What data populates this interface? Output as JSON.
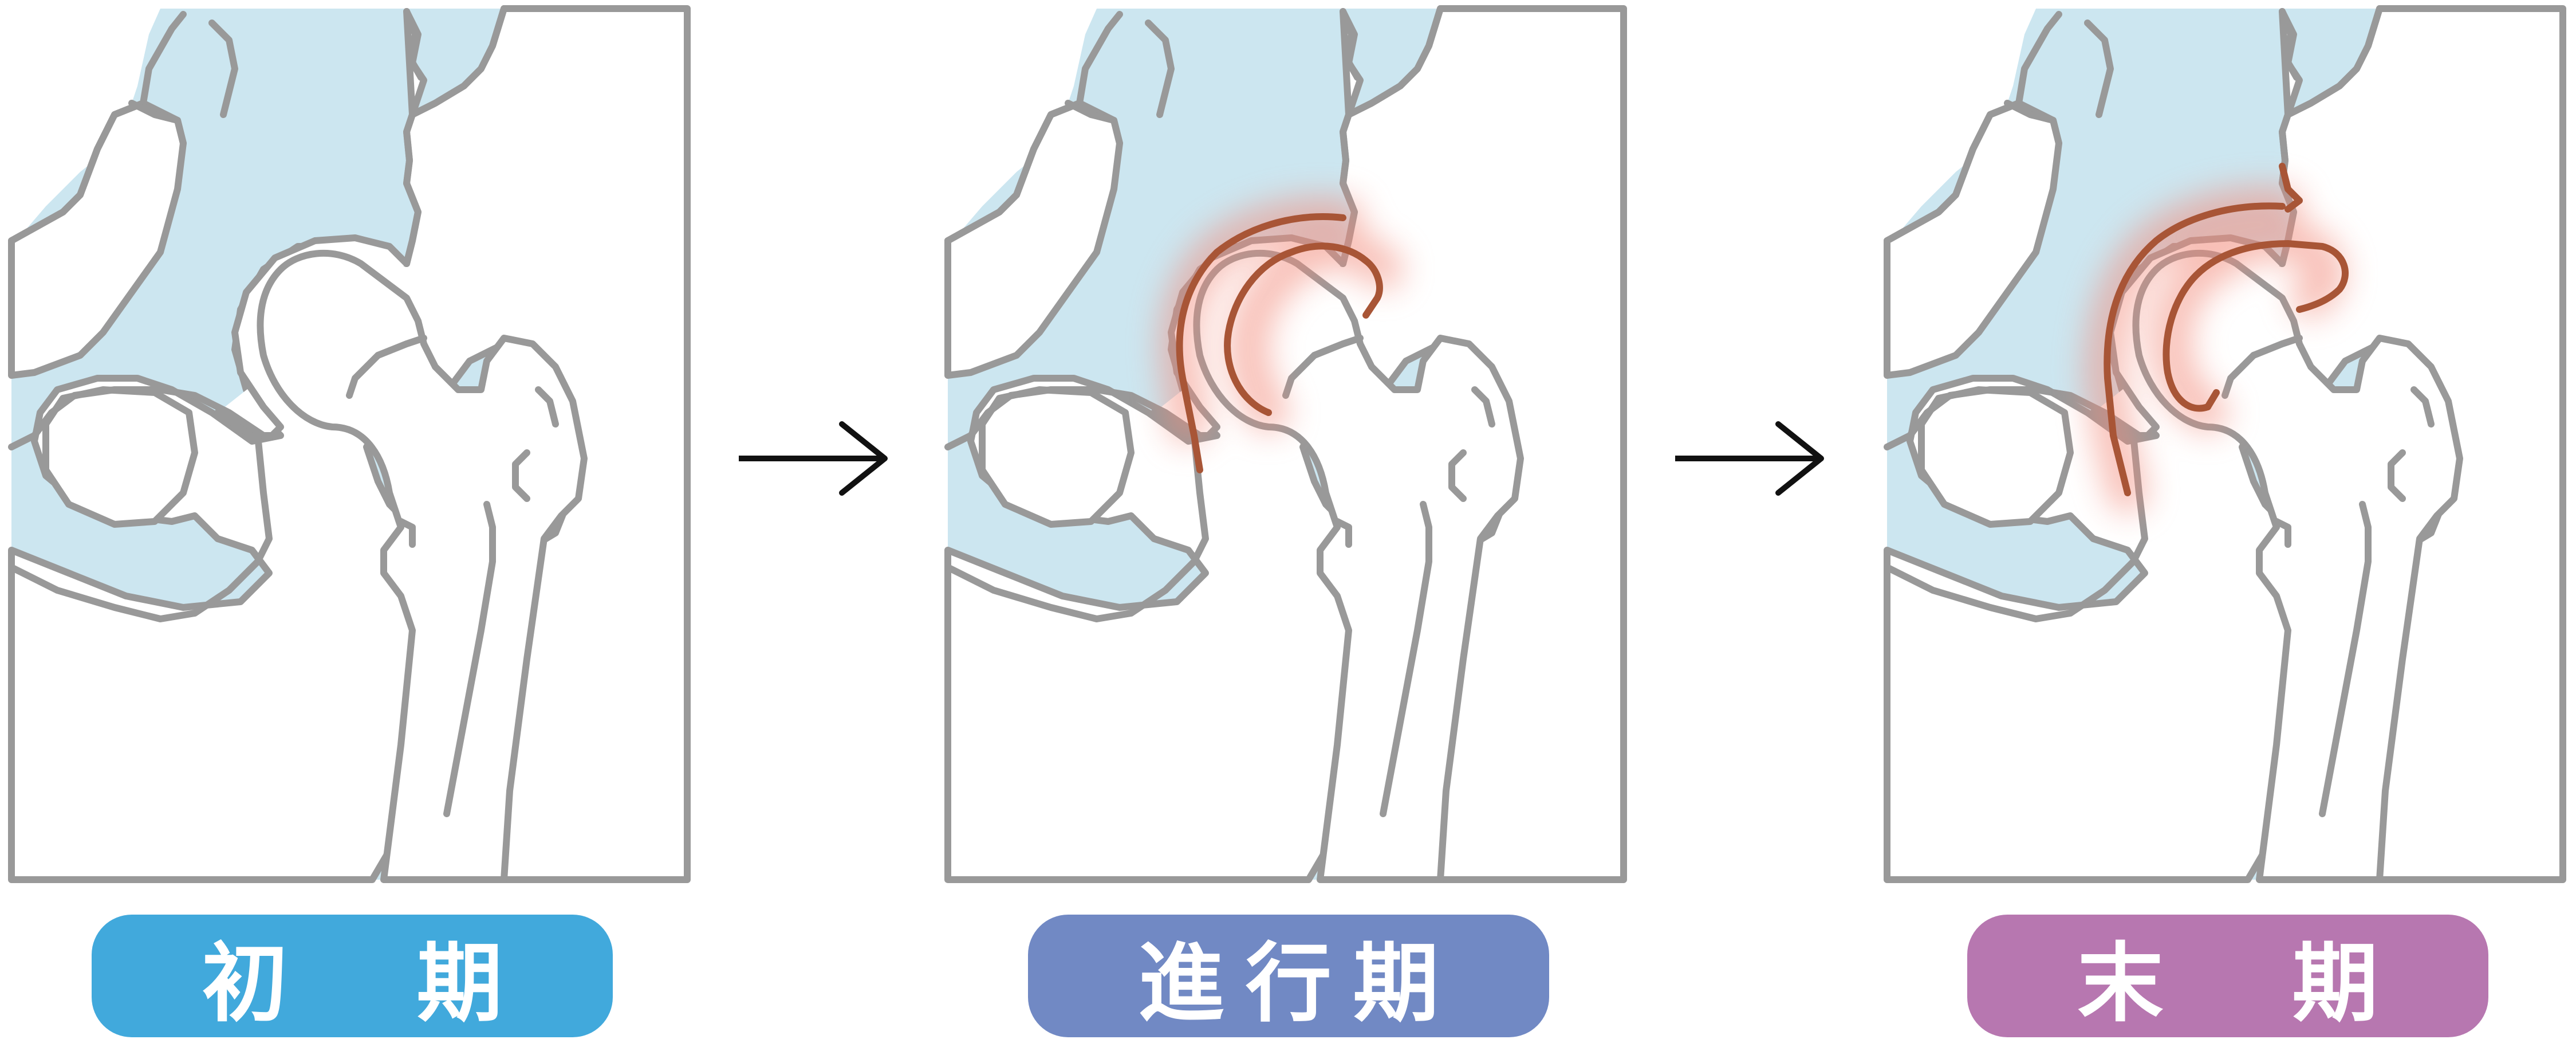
{
  "stages": [
    {
      "label": "初　期",
      "color": "#41a9dc"
    },
    {
      "label": "進行期",
      "color": "#7189c4"
    },
    {
      "label": "末　期",
      "color": "#b777b0"
    }
  ],
  "colors": {
    "background_panel": "#cce6f0",
    "bone_outline": "#999999",
    "affected_outline": "#a85536",
    "inflammation_glow": "#f28a7a",
    "arrow": "#111111"
  },
  "icons": [
    "arrow-right-icon"
  ]
}
